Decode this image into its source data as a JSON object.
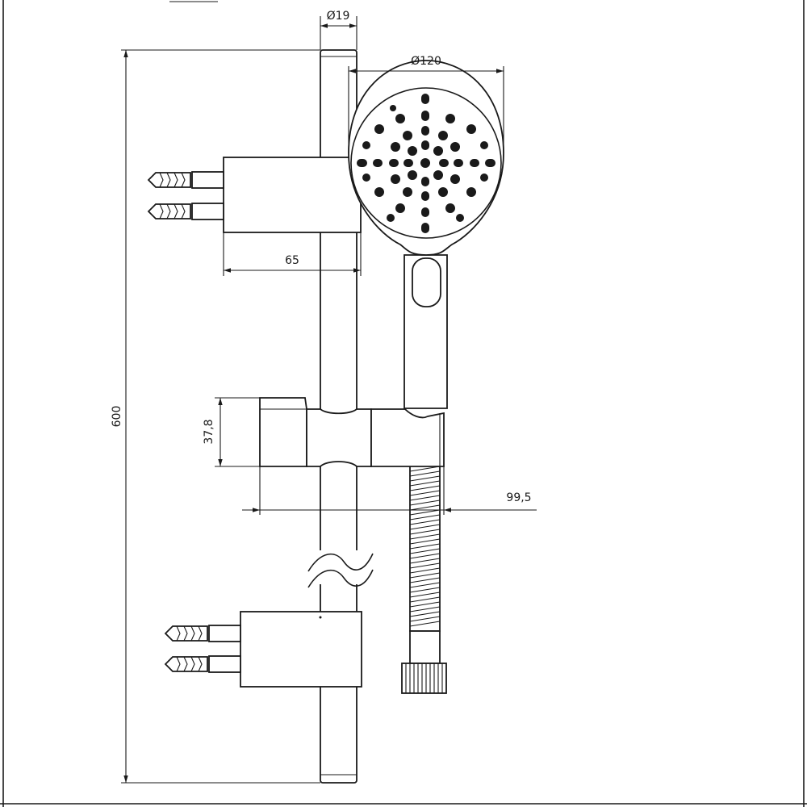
{
  "dimensions": {
    "rail_diameter": "Ø19",
    "head_diameter": "Ø120",
    "bracket_depth": "65",
    "height": "600",
    "slider_height": "37,8",
    "slider_projection": "99,5"
  }
}
